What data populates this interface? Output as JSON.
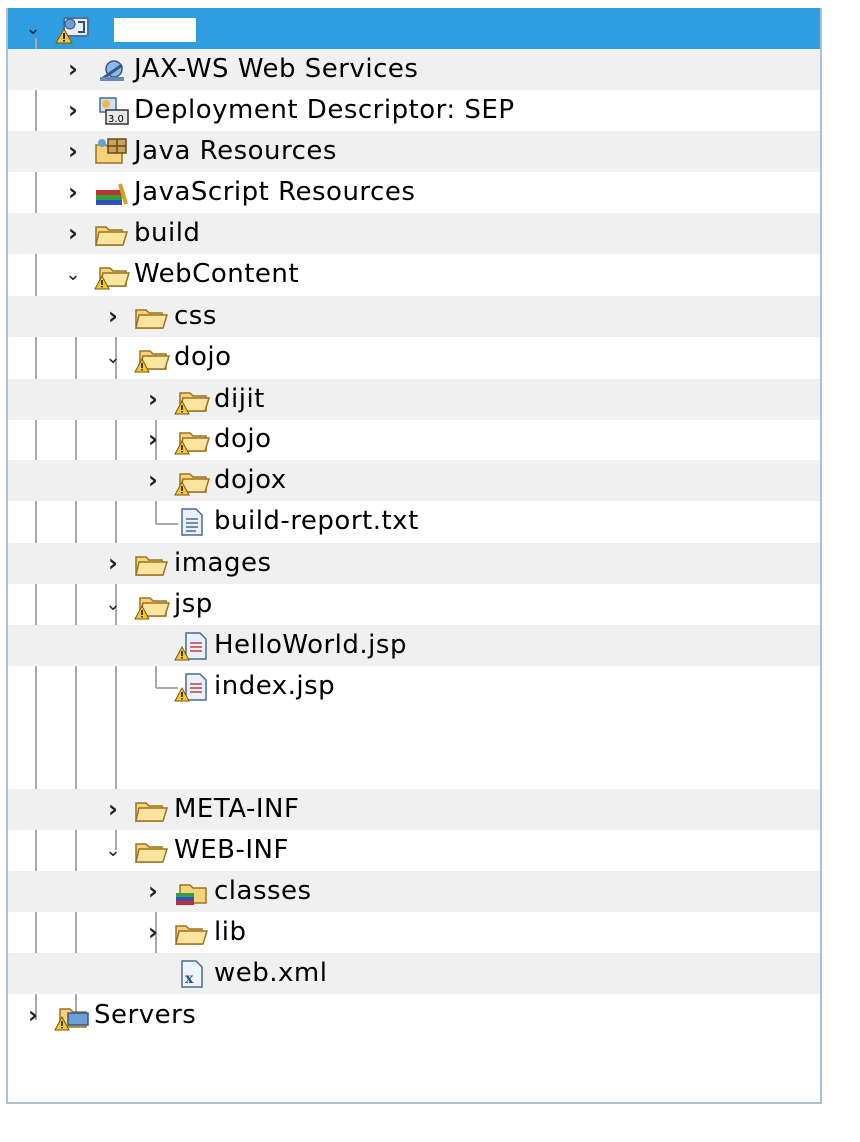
{
  "tree": {
    "root": {
      "label": "",
      "expanded": true
    },
    "items": [
      {
        "label": "JAX-WS Web Services",
        "icon": "web-services-icon",
        "expanded": false
      },
      {
        "label": "Deployment Descriptor: SEP",
        "icon": "deployment-descriptor-icon",
        "badge": "3.0",
        "expanded": false
      },
      {
        "label": "Java Resources",
        "icon": "java-resources-icon",
        "expanded": false
      },
      {
        "label": "JavaScript Resources",
        "icon": "javascript-resources-icon",
        "expanded": false
      },
      {
        "label": "build",
        "icon": "folder-icon",
        "expanded": false
      },
      {
        "label": "WebContent",
        "icon": "folder-warning-icon",
        "expanded": true
      },
      {
        "label": "css",
        "icon": "folder-icon",
        "expanded": false
      },
      {
        "label": "dojo",
        "icon": "folder-warning-icon",
        "expanded": true
      },
      {
        "label": "dijit",
        "icon": "folder-warning-icon",
        "expanded": false
      },
      {
        "label": "dojo",
        "icon": "folder-warning-icon",
        "expanded": false
      },
      {
        "label": "dojox",
        "icon": "folder-warning-icon",
        "expanded": false
      },
      {
        "label": "build-report.txt",
        "icon": "text-file-icon"
      },
      {
        "label": "images",
        "icon": "folder-icon",
        "expanded": false
      },
      {
        "label": "jsp",
        "icon": "folder-warning-icon",
        "expanded": true
      },
      {
        "label": "HelloWorld.jsp",
        "icon": "jsp-file-warning-icon"
      },
      {
        "label": "index.jsp",
        "icon": "jsp-file-warning-icon"
      },
      {
        "label": "META-INF",
        "icon": "folder-icon",
        "expanded": false
      },
      {
        "label": "WEB-INF",
        "icon": "folder-icon",
        "expanded": true
      },
      {
        "label": "classes",
        "icon": "classes-folder-icon",
        "expanded": false
      },
      {
        "label": "lib",
        "icon": "folder-icon",
        "expanded": false
      },
      {
        "label": "web.xml",
        "icon": "xml-file-icon"
      },
      {
        "label": "Servers",
        "icon": "servers-folder-icon",
        "expanded": false
      }
    ],
    "colors": {
      "selection": "#2f9ee0",
      "alt_row": "#f0f0f0",
      "border": "#a8c0d8",
      "tree_line": "#a8a8a8",
      "folder": "#f5c04a"
    }
  }
}
